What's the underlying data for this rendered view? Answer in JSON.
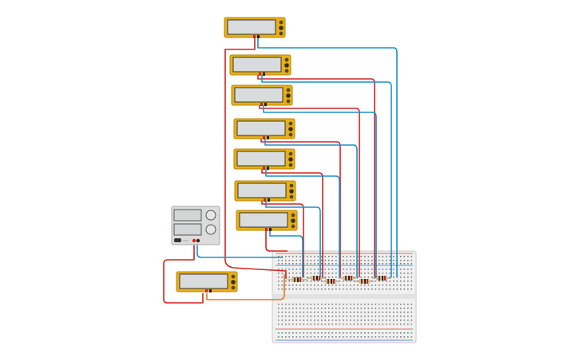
{
  "canvas": {
    "background": "#ffffff"
  },
  "colors": {
    "meter_body": "#e8b016",
    "meter_screen": "#d9dcdd",
    "wire_red": "#d32323",
    "wire_blue": "#1e90c8",
    "wire_orange": "#e07c1a",
    "supply_body": "#dcdcdc",
    "breadboard": "#f0f0f0"
  },
  "components": {
    "multimeter_count": 8,
    "resistor_count": 5,
    "power_supply_count": 1,
    "breadboard_count": 1
  },
  "icons": [
    "multimeter-icon",
    "power-supply-icon",
    "breadboard-icon",
    "resistor-icon"
  ]
}
